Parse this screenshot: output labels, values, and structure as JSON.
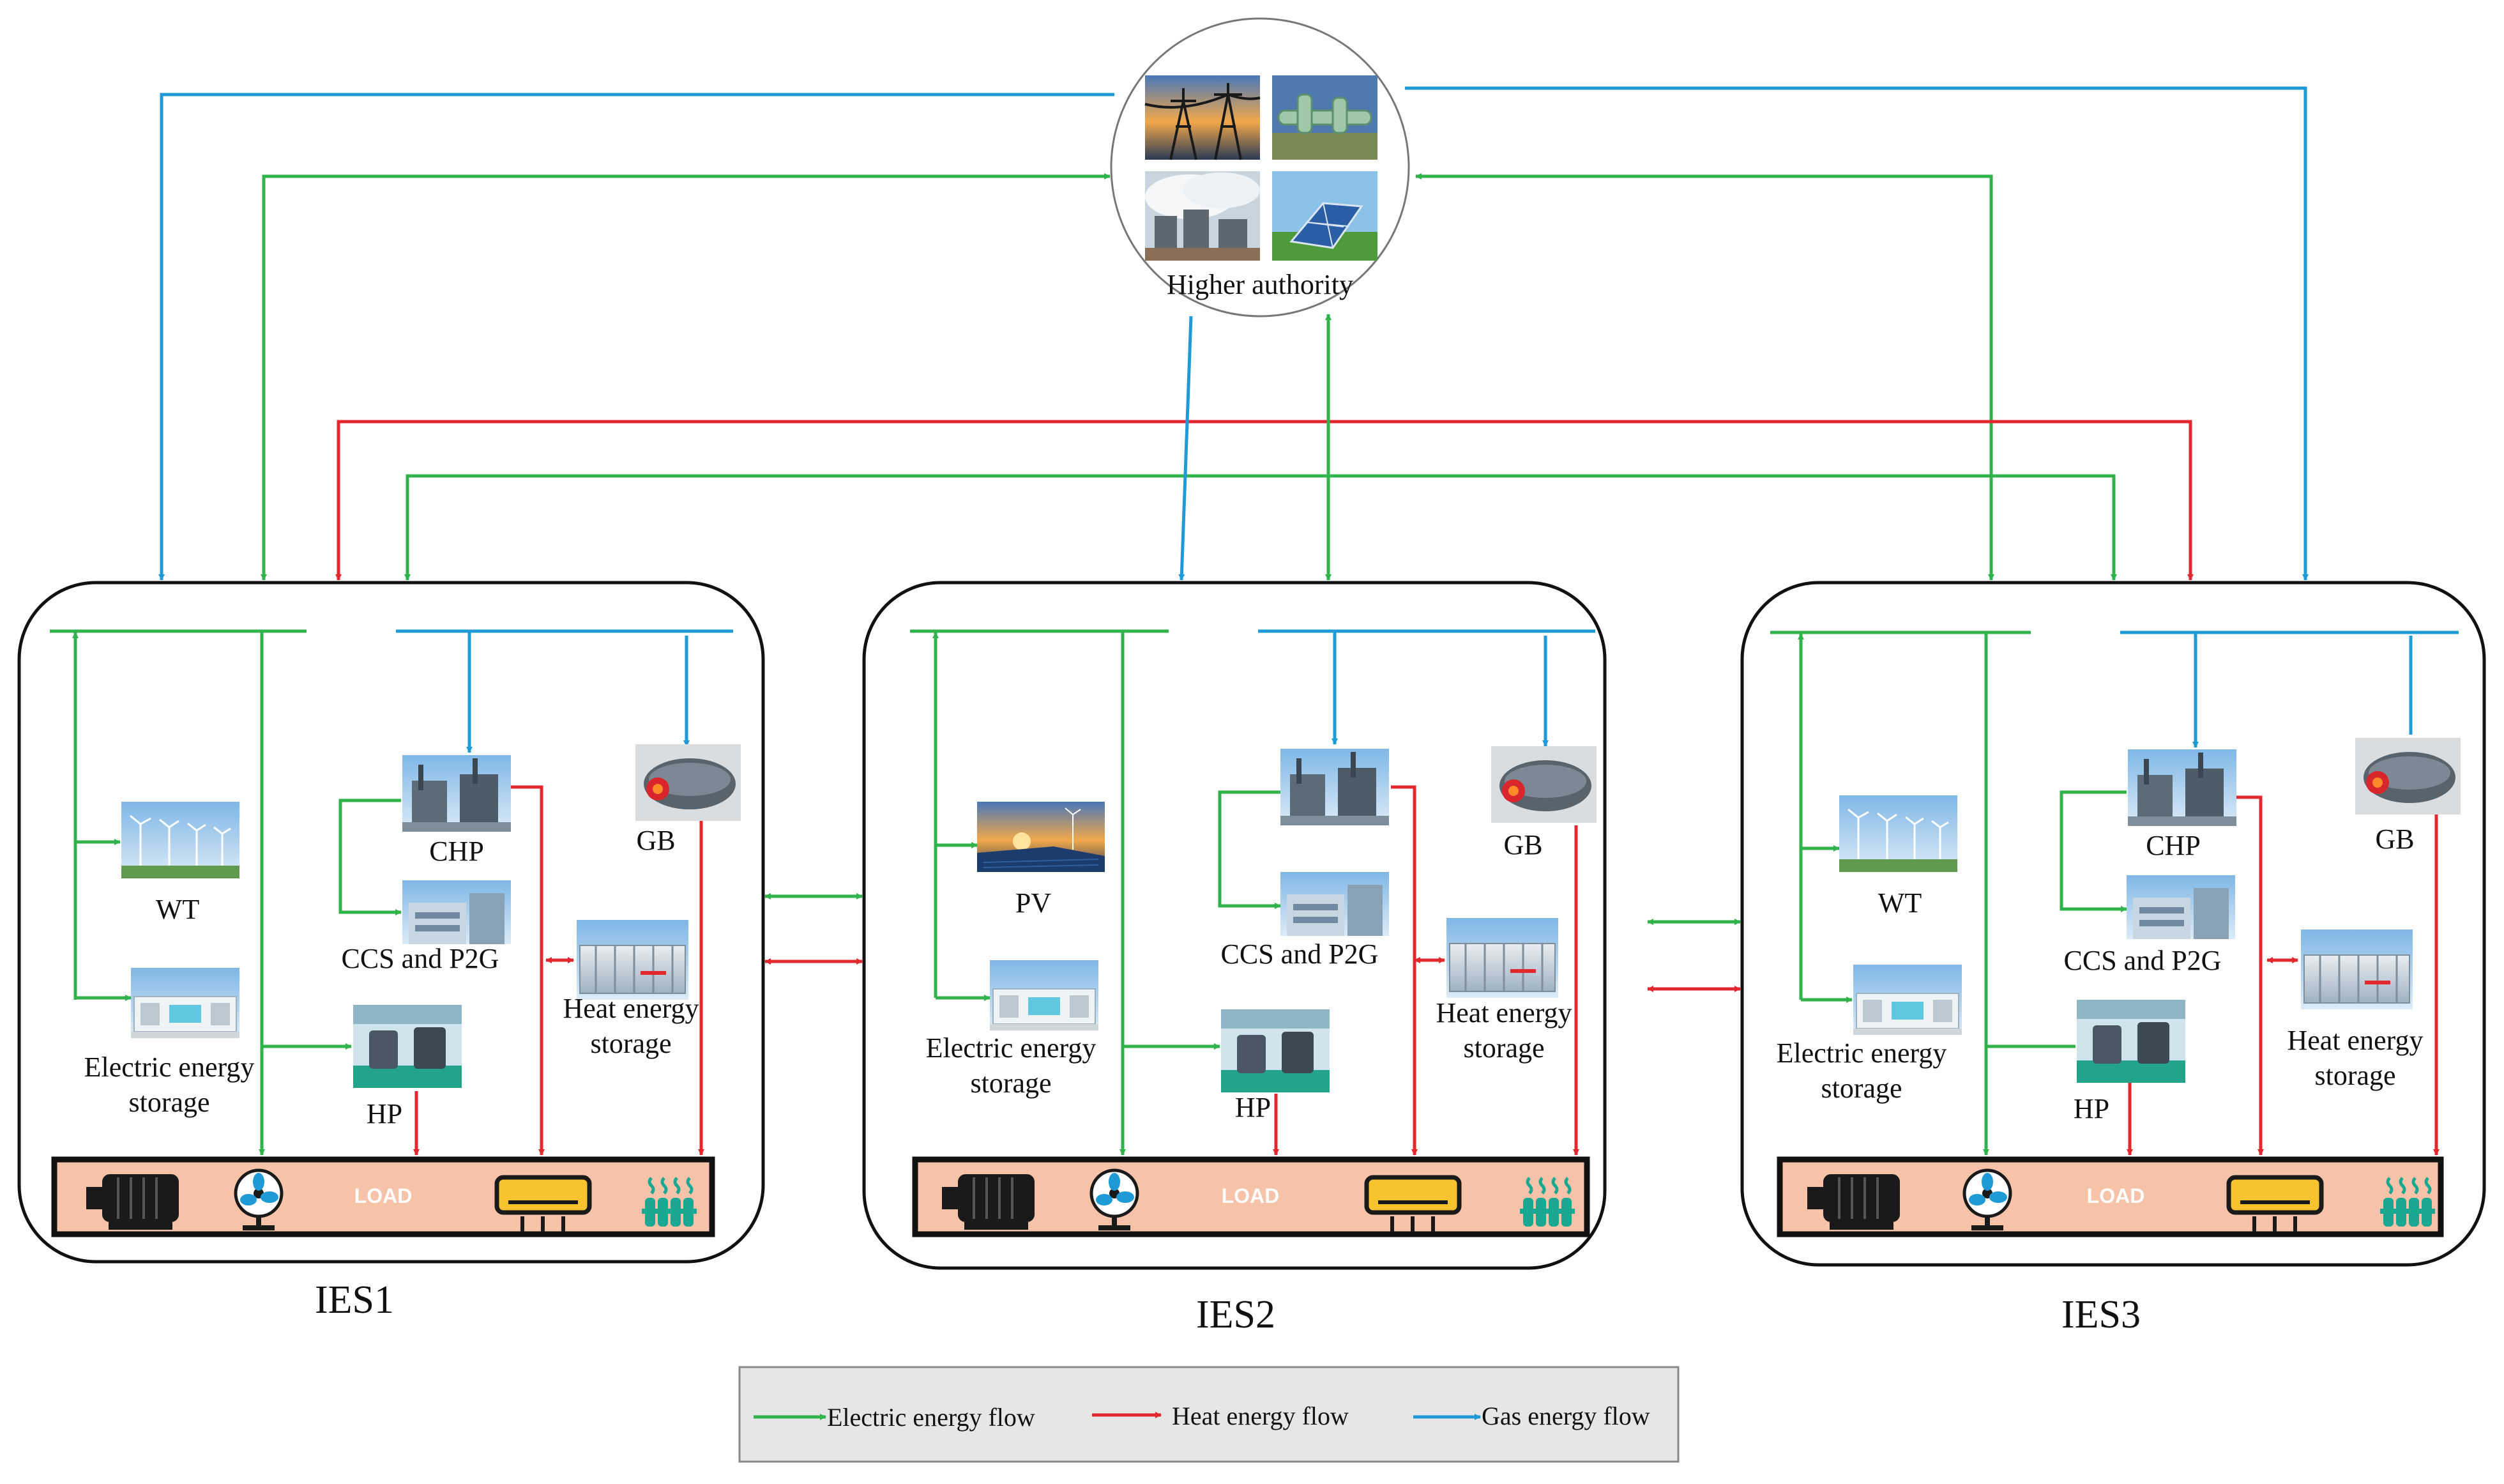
{
  "authority": {
    "label": "Higher authority"
  },
  "systems": [
    {
      "id": "ies1",
      "title": "IES1",
      "renewable": "WT",
      "labels": {
        "chp": "CHP",
        "ccs": "CCS and P2G",
        "gb": "GB",
        "hp": "HP",
        "ees_line1": "Electric energy",
        "ees_line2": "storage",
        "hes_line1": "Heat energy",
        "hes_line2": "storage",
        "load": "LOAD"
      }
    },
    {
      "id": "ies2",
      "title": "IES2",
      "renewable": "PV",
      "labels": {
        "chp": "",
        "ccs": "CCS and P2G",
        "gb": "GB",
        "hp": "HP",
        "ees_line1": "Electric energy",
        "ees_line2": "storage",
        "hes_line1": "Heat energy",
        "hes_line2": "storage",
        "load": "LOAD"
      }
    },
    {
      "id": "ies3",
      "title": "IES3",
      "renewable": "WT",
      "labels": {
        "chp": "CHP",
        "ccs": "CCS and P2G",
        "gb": "GB",
        "hp": "HP",
        "ees_line1": "Electric energy",
        "ees_line2": "storage",
        "hes_line1": "Heat energy",
        "hes_line2": "storage",
        "load": "LOAD"
      }
    }
  ],
  "legend": {
    "electric": "Electric energy flow",
    "heat": "Heat energy flow",
    "gas": "Gas energy flow"
  },
  "colors": {
    "electric": "#2fb34a",
    "heat": "#e2282e",
    "gas": "#1f9ad6",
    "load_fill": "#f6c2a8",
    "frame": "#111111"
  },
  "icons": [
    "power-tower-icon",
    "gas-pipeline-icon",
    "power-plant-icon",
    "solar-panel-icon",
    "wind-turbine-icon",
    "battery-icon",
    "heat-storage-icon",
    "heat-pump-icon",
    "gas-boiler-icon",
    "motor-icon",
    "fan-icon",
    "air-conditioner-icon",
    "radiator-icon"
  ]
}
